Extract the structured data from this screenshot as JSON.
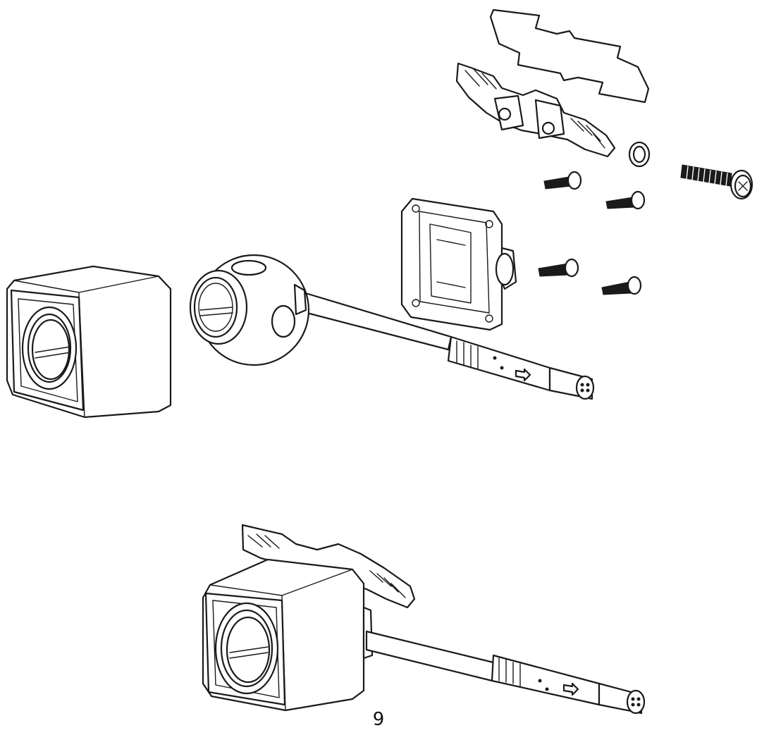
{
  "page": {
    "number": "9"
  },
  "diagram": {
    "views": [
      {
        "view": "exploded",
        "parts": [
          "camera-housing",
          "ball-camera-with-cable",
          "mounting-bracket-base",
          "metal-mounting-plate",
          "adhesive-pad",
          "tapping-screws",
          "machine-screw",
          "washer"
        ]
      },
      {
        "view": "assembled",
        "parts": [
          "camera-housing",
          "metal-mounting-plate",
          "camera-cable-with-connector"
        ]
      }
    ],
    "colors": {
      "line": "#1a1a1a",
      "background": "#ffffff"
    }
  }
}
